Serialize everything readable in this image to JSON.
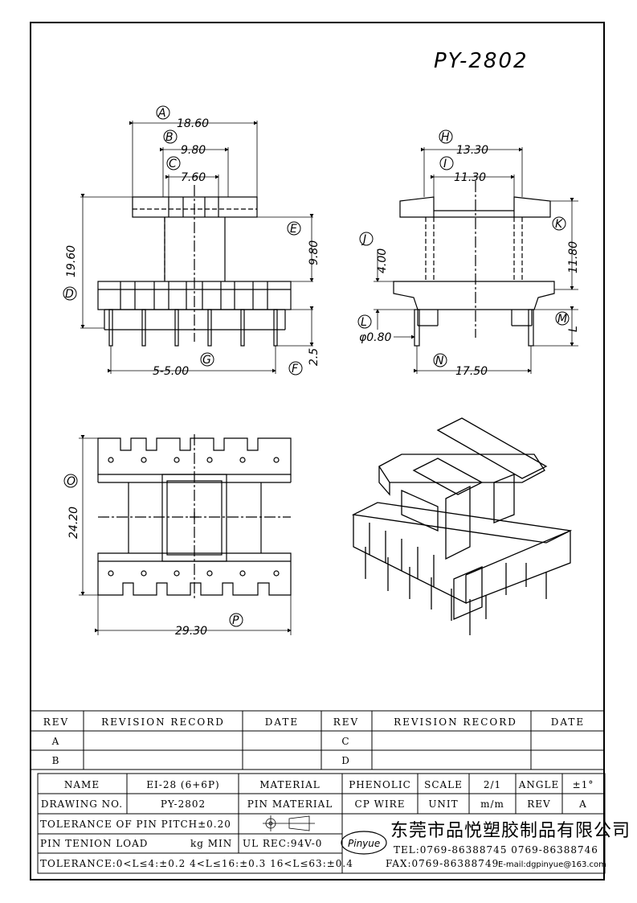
{
  "title": "PY-2802",
  "view_front": {
    "labels": {
      "A": "A",
      "B": "B",
      "C": "C",
      "D": "D",
      "E": "E",
      "F": "F",
      "G": "G"
    },
    "dim_a": "18.60",
    "dim_b": "9.80",
    "dim_c": "7.60",
    "dim_d": "19.60",
    "dim_e": "9.80",
    "dim_f": "2.5",
    "dim_g": "5-5.00"
  },
  "view_side": {
    "labels": {
      "H": "H",
      "I": "I",
      "J": "J",
      "K": "K",
      "L": "L",
      "M": "M",
      "N": "N"
    },
    "dim_h": "13.30",
    "dim_i": "11.30",
    "dim_j": "4.00",
    "dim_k": "11.80",
    "dim_l": "φ0.80",
    "dim_m": "L",
    "dim_n": "17.50"
  },
  "view_bottom": {
    "labels": {
      "O": "O",
      "P": "P"
    },
    "dim_o": "24.20",
    "dim_p": "29.30"
  },
  "revision_table": {
    "headers": [
      "REV",
      "REVISION RECORD",
      "DATE",
      "REV",
      "REVISION RECORD",
      "DATE"
    ],
    "rows": [
      [
        "A",
        "",
        "",
        "C",
        "",
        ""
      ],
      [
        "B",
        "",
        "",
        "D",
        "",
        ""
      ]
    ]
  },
  "spec_table": {
    "name_label": "NAME",
    "name_value": "EI-28 (6+6P)",
    "material_label": "MATERIAL",
    "material_value": "PHENOLIC",
    "scale_label": "SCALE",
    "scale_value": "2/1",
    "angle_label": "ANGLE",
    "angle_value": "±1°",
    "drawing_no_label": "DRAWING NO.",
    "drawing_no_value": "PY-2802",
    "pin_material_label": "PIN MATERIAL",
    "pin_material_value": "CP WIRE",
    "unit_label": "UNIT",
    "unit_value": "m/m",
    "rev_label": "REV",
    "rev_value": "A",
    "tolerance_pin_pitch": "TOLERANCE OF PIN PITCH±0.20",
    "pin_tension": "PIN TENION LOAD",
    "pin_tension_unit": "kg MIN",
    "ul_rec": "UL REC:94V-0",
    "tolerance_general": "TOLERANCE:0<L≤4:±0.2  4<L≤16:±0.3  16<L≤63:±0.4",
    "logo_text": "Pinyue",
    "company_name": "东莞市品悦塑胶制品有限公司",
    "tel": "TEL:0769-86388745    0769-86388746",
    "fax": "FAX:0769-86388749",
    "email": "E-mail:dgpinyue@163.com"
  }
}
